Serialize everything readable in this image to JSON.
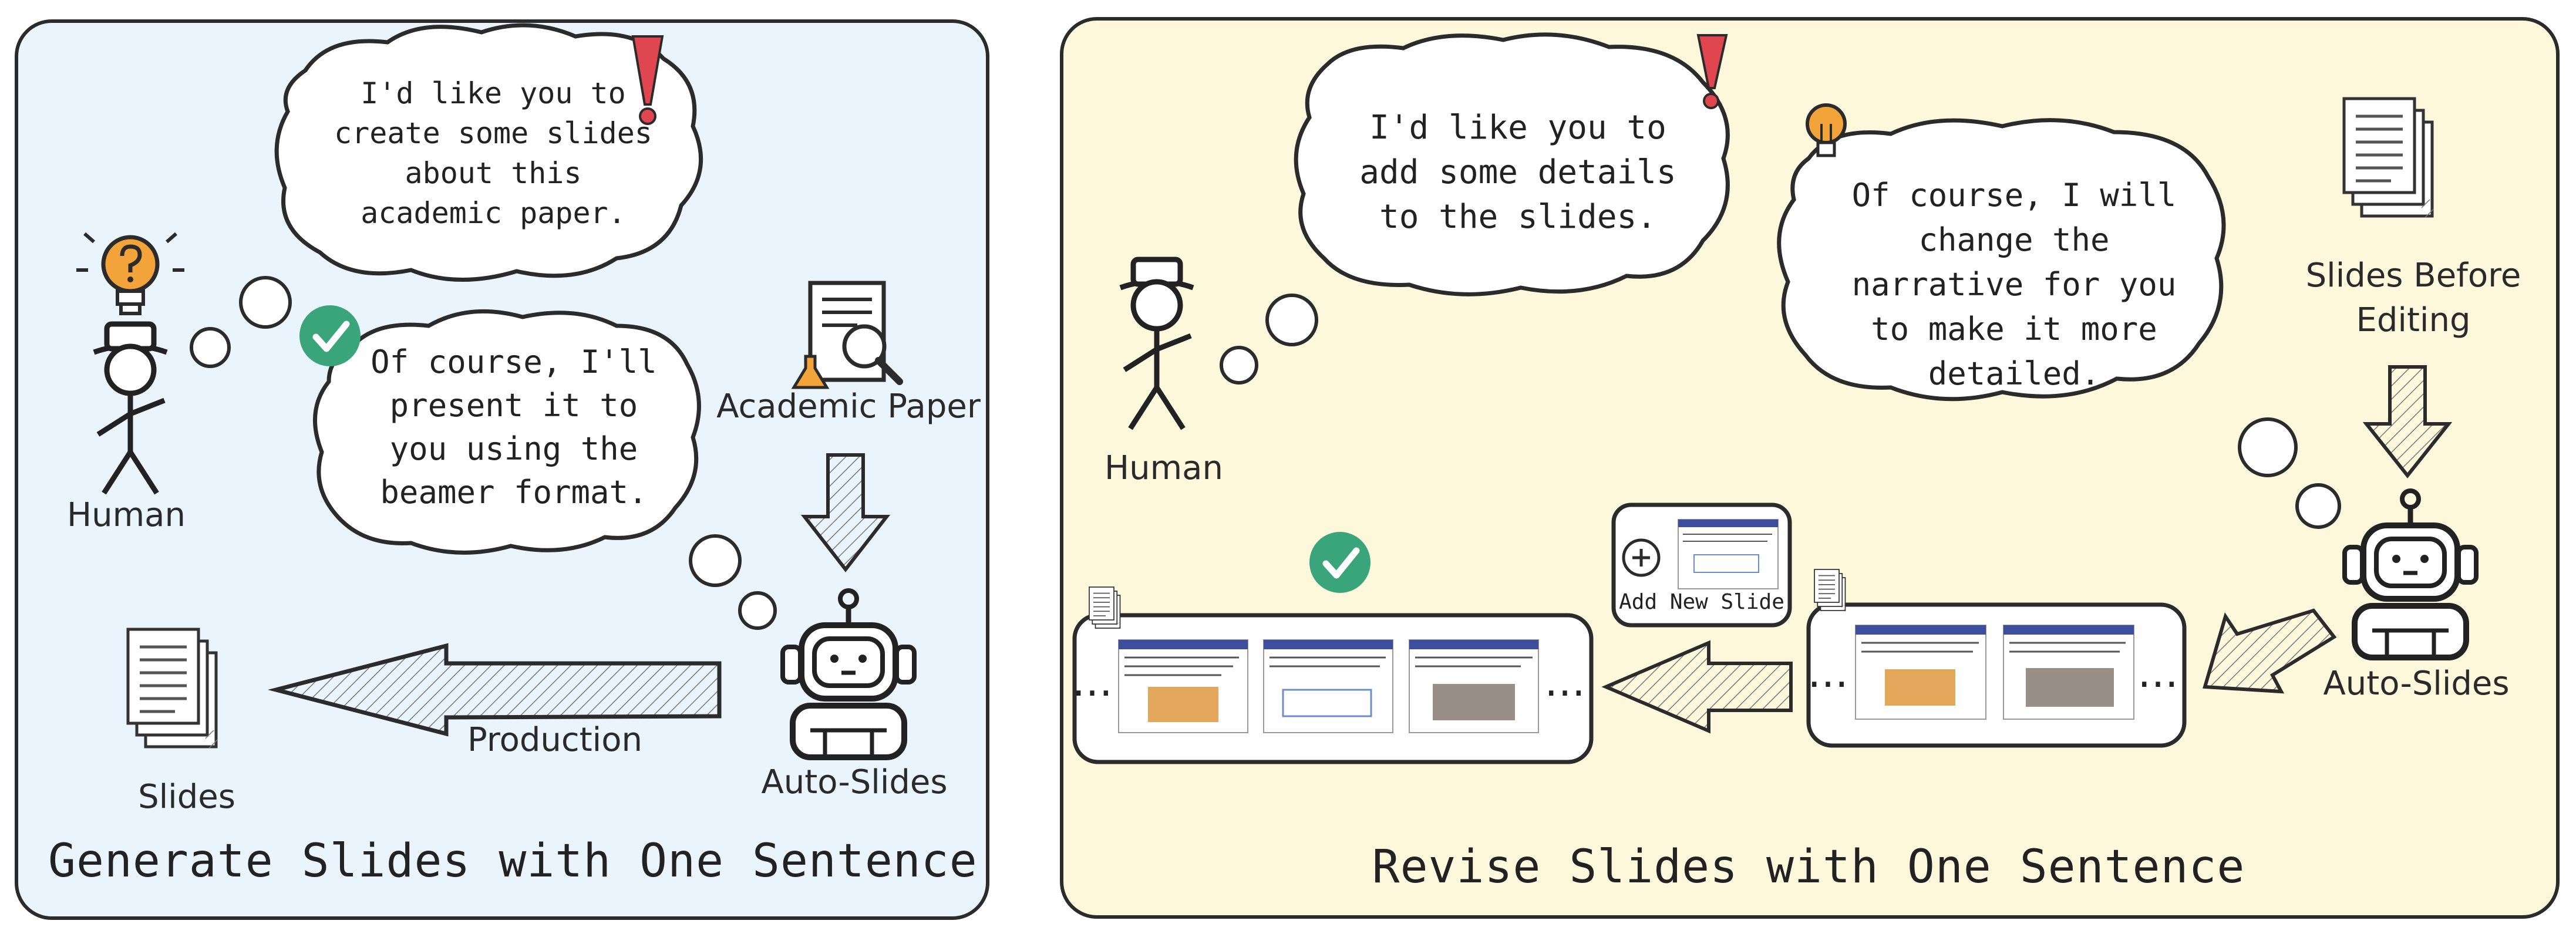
{
  "left_panel": {
    "title": "Generate Slides with One Sentence",
    "human_label": "Human",
    "human_request": [
      "I'd like you to",
      "create some slides",
      "about this",
      "academic paper."
    ],
    "agent_reply": [
      "Of course, I'll",
      "present it to",
      "you using the",
      "beamer format."
    ],
    "paper_label": "Academic Paper",
    "agent_label": "Auto-Slides",
    "arrow_label": "Production",
    "output_label": "Slides"
  },
  "right_panel": {
    "title": "Revise Slides with One Sentence",
    "human_label": "Human",
    "human_request": [
      "I'd like you to",
      "add some details",
      "to the slides."
    ],
    "agent_reply": [
      "Of course, I will",
      "change the",
      "narrative for you",
      "to make it more",
      "detailed."
    ],
    "input_label": [
      "Slides Before",
      "Editing"
    ],
    "agent_label": "Auto-Slides",
    "add_slide_label": "Add New Slide"
  },
  "colors": {
    "left_bg": "#eaf4fc",
    "right_bg": "#fdf8dc",
    "accent_red": "#e04650",
    "check_green": "#3aa57b",
    "bulb_orange": "#f2a33a",
    "slide_header": "#3d4e9c"
  }
}
